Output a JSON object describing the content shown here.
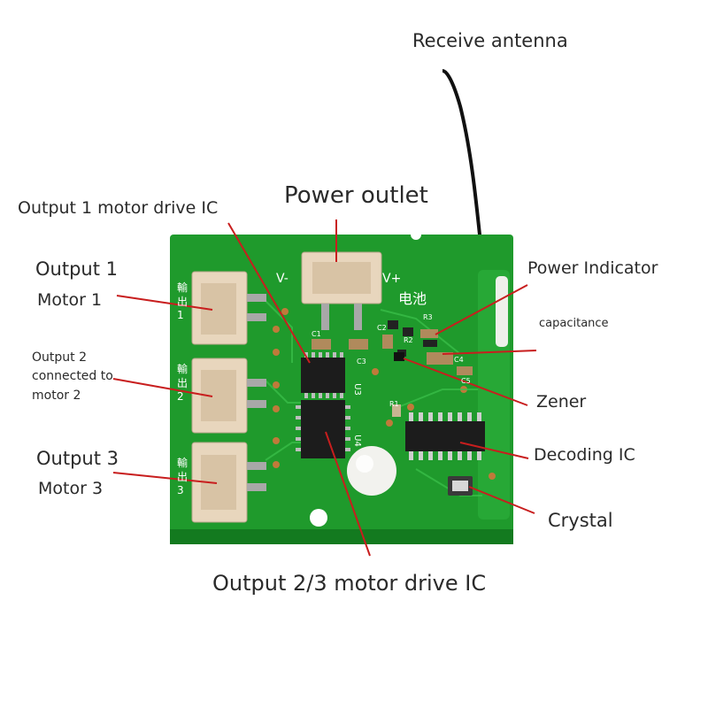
{
  "labels": {
    "receive_antenna": "Receive antenna",
    "power_outlet": "Power outlet",
    "output1_drive_ic": "Output 1 motor drive IC",
    "output1": "Output 1",
    "motor1": "Motor 1",
    "power_indicator": "Power Indicator",
    "capacitance": "capacitance",
    "output2_line1": "Output 2",
    "output2_line2": "connected to",
    "output2_line3": "motor 2",
    "zener": "Zener",
    "output3": "Output 3",
    "motor3": "Motor 3",
    "decoding_ic": "Decoding IC",
    "crystal": "Crystal",
    "output23_drive_ic": "Output 2/3 motor drive IC"
  },
  "silkscreen": {
    "v_minus": "V-",
    "v_plus": "V+",
    "battery": "电池",
    "u3": "U3",
    "u4": "U4",
    "c1": "C1",
    "c2": "C2",
    "c3": "C3",
    "c4": "C4",
    "c5": "C5",
    "r1": "R1",
    "r2": "R2",
    "r3": "R3",
    "out1": "輸出1",
    "out2": "輸出2",
    "out3": "輸出3"
  },
  "colors": {
    "pcb": "#1f9a2c",
    "pcb_dark": "#137a1f",
    "connector": "#e8d6bd",
    "leader": "#c81e1e",
    "ic": "#1c1c1c",
    "text": "#2a2a2a"
  }
}
